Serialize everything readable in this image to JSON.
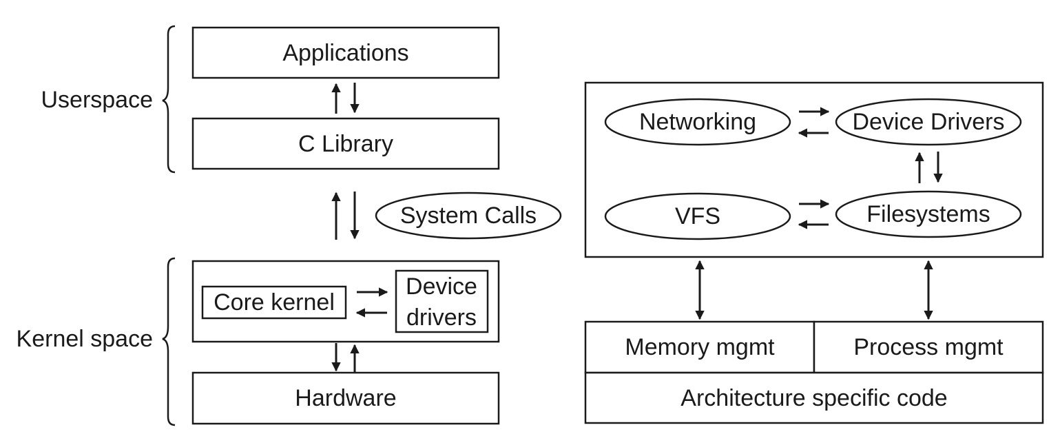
{
  "userspace": {
    "label": "Userspace",
    "applications": "Applications",
    "c_library": "C Library"
  },
  "system_calls": "System Calls",
  "kernel_space": {
    "label": "Kernel space",
    "core_kernel": "Core kernel",
    "device_drivers_line1": "Device",
    "device_drivers_line2": "drivers",
    "hardware": "Hardware"
  },
  "kernel_internals": {
    "networking": "Networking",
    "device_drivers": "Device Drivers",
    "vfs": "VFS",
    "filesystems": "Filesystems",
    "memory_mgmt": "Memory mgmt",
    "process_mgmt": "Process mgmt",
    "architecture_code": "Architecture specific code"
  }
}
